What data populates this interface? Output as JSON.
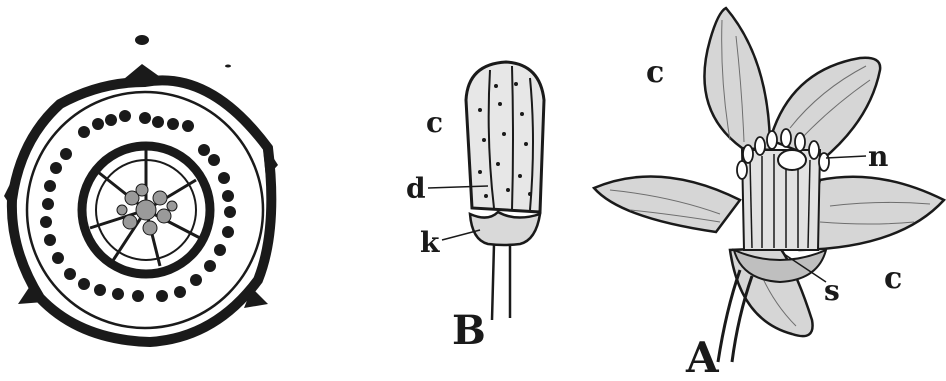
{
  "labels": {
    "c_bud": "c",
    "d_bud": "d",
    "k_bud": "k",
    "B": "B",
    "c_flower_top": "c",
    "n": "n",
    "c_flower_right": "c",
    "s": "s",
    "A": "A"
  },
  "colors": {
    "ink": "#1a1a1a",
    "paper": "#ffffff"
  }
}
